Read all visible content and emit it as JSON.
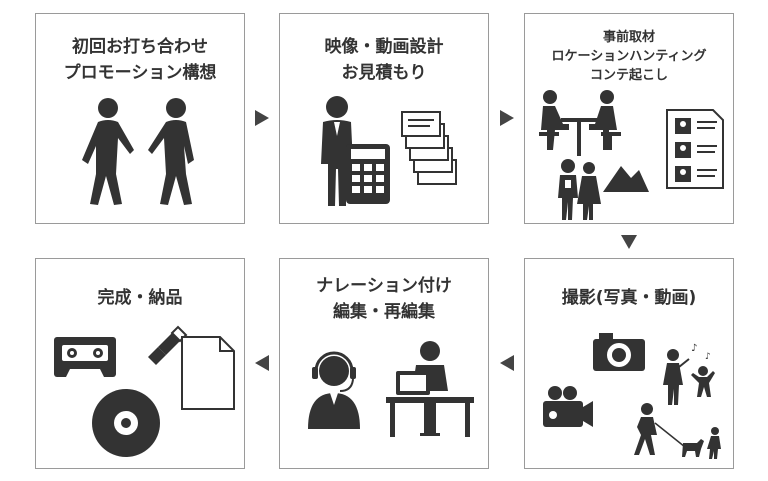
{
  "steps": [
    {
      "lines": [
        "初回お打ち合わせ",
        "プロモーション構想"
      ],
      "icons": [
        "handshake-people-icon"
      ]
    },
    {
      "lines": [
        "映像・動画設計",
        "お見積もり"
      ],
      "icons": [
        "businessman-icon",
        "calculator-icon",
        "documents-stack-icon"
      ]
    },
    {
      "lines": [
        "事前取材",
        "ロケーションハンティング",
        "コンテ起こし"
      ],
      "icons": [
        "meeting-table-icon",
        "people-couple-icon",
        "mountains-icon",
        "storyboard-sheet-icon"
      ]
    },
    {
      "lines": [
        "撮影(写真・動画)"
      ],
      "icons": [
        "camera-icon",
        "video-camera-icon",
        "singing-people-icon",
        "walking-dog-icon"
      ]
    },
    {
      "lines": [
        "ナレーション付け",
        "編集・再編集"
      ],
      "icons": [
        "narrator-headset-icon",
        "editor-desk-icon"
      ]
    },
    {
      "lines": [
        "完成・納品"
      ],
      "icons": [
        "cassette-icon",
        "usb-stick-icon",
        "document-file-icon",
        "disc-icon"
      ]
    }
  ],
  "colors": {
    "ink": "#333333",
    "border": "#9a9a9a",
    "arrow": "#444444"
  }
}
